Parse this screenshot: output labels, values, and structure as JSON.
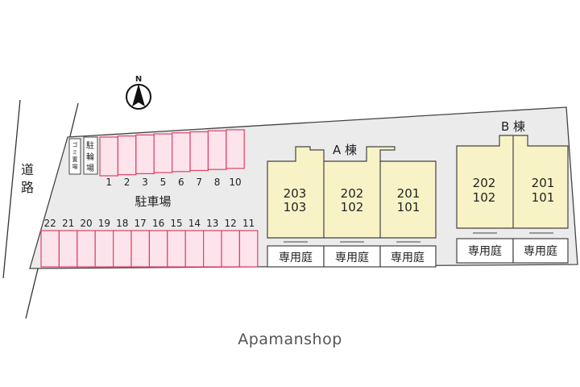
{
  "road_label": [
    "道",
    "路"
  ],
  "north_label": "N",
  "trash_label": [
    "ゴ",
    "ミ",
    "置",
    "場"
  ],
  "bike_label": [
    "駐",
    "輪",
    "場"
  ],
  "parking_label": "駐車場",
  "top_row_numbers": [
    "1",
    "2",
    "3",
    "5",
    "6",
    "7",
    "8",
    "10"
  ],
  "bottom_row_numbers": [
    "22",
    "21",
    "20",
    "19",
    "18",
    "17",
    "16",
    "15",
    "14",
    "13",
    "12",
    "11"
  ],
  "building_a": {
    "label": "A 棟",
    "units": [
      {
        "upper": "203",
        "lower": "103",
        "garden": "専用庭"
      },
      {
        "upper": "202",
        "lower": "102",
        "garden": "専用庭"
      },
      {
        "upper": "201",
        "lower": "101",
        "garden": "専用庭"
      }
    ]
  },
  "building_b": {
    "label": "B 棟",
    "units": [
      {
        "upper": "202",
        "lower": "102",
        "garden": "専用庭"
      },
      {
        "upper": "201",
        "lower": "101",
        "garden": "専用庭"
      }
    ]
  },
  "watermark": "Apamanshop",
  "colors": {
    "lot": "#ebebeb",
    "building": "#f7f3c6",
    "parking_fill": "#fde4ec",
    "parking_stroke": "#e04068",
    "outline": "#444444"
  }
}
